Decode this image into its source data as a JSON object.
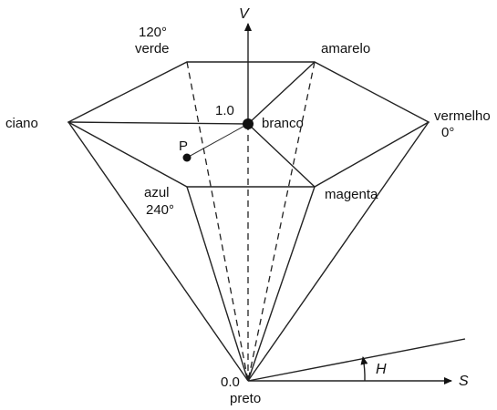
{
  "axes": {
    "v_label": "V",
    "s_label": "S",
    "h_label": "H"
  },
  "values": {
    "top": "1.0",
    "bottom": "0.0"
  },
  "vertices": {
    "verde_angle": "120°",
    "verde": "verde",
    "amarelo": "amarelo",
    "ciano": "ciano",
    "vermelho": "vermelho",
    "vermelho_angle": "0°",
    "azul": "azul",
    "azul_angle": "240°",
    "magenta": "magenta",
    "branco": "branco",
    "preto": "preto"
  },
  "point": {
    "label": "P"
  }
}
